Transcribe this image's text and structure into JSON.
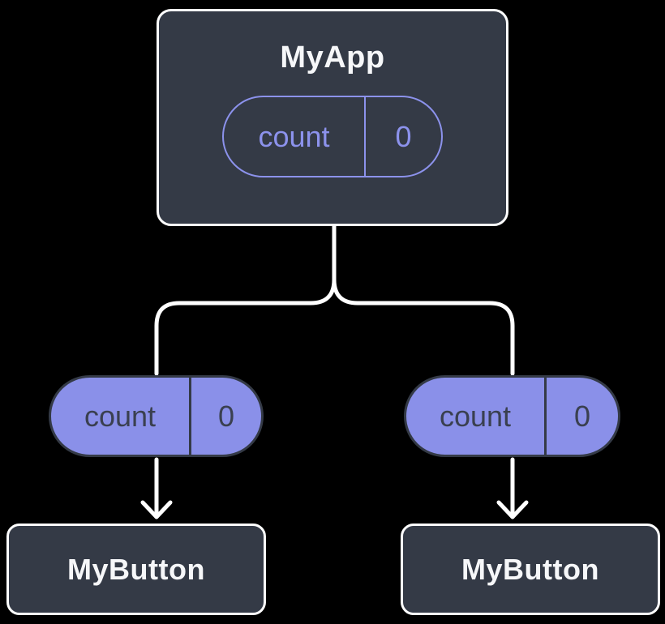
{
  "colors": {
    "background": "#000000",
    "box_fill": "#343A46",
    "box_border": "#FFFFFF",
    "box_text": "#F6F7F9",
    "purple_fill": "#8A90E9",
    "purple_outline": "#8C92EC",
    "pill_dark_text": "#3A4050",
    "connector": "#FFFFFF"
  },
  "diagram": {
    "root": {
      "label": "MyApp",
      "state_pill": {
        "key": "count",
        "value": "0"
      }
    },
    "props": [
      {
        "key": "count",
        "value": "0"
      },
      {
        "key": "count",
        "value": "0"
      }
    ],
    "children": [
      {
        "label": "MyButton"
      },
      {
        "label": "MyButton"
      }
    ]
  }
}
